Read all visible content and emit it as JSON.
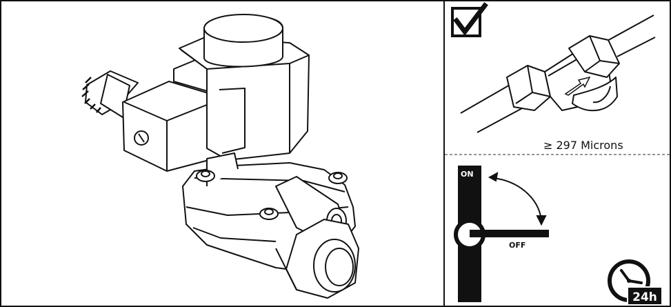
{
  "filter": {
    "mesh_label": "≥ 297 Microns"
  },
  "switch": {
    "on_label": "ON",
    "off_label": "OFF"
  },
  "timer": {
    "duration_label": "24h"
  },
  "icons": [
    "checkbox-checked-icon",
    "clock-icon",
    "rotate-arrow-icon",
    "flow-arrow-icon"
  ],
  "colors": {
    "line": "#111111",
    "background": "#ffffff",
    "dashed_divider": "#555555"
  }
}
